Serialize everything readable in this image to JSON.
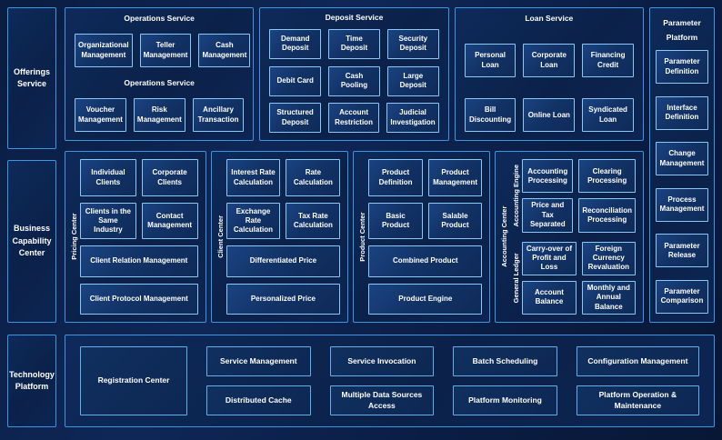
{
  "colors": {
    "background": "#0a1d42",
    "panel_fill": "#0c2451",
    "panel_border": "#3b97e2",
    "box_fill": "#123367",
    "box_border": "#8cc8f4",
    "text": "#ffffff"
  },
  "left_labels": {
    "offerings": "Offerings Service",
    "business": "Business Capability Center",
    "technology": "Technology Platform"
  },
  "top_row": {
    "operations": {
      "title": "Operations Service",
      "subtitle": "Operations Service",
      "row1": [
        "Organizational Management",
        "Teller Management",
        "Cash Management"
      ],
      "row2": [
        "Voucher Management",
        "Risk Management",
        "Ancillary Transaction"
      ]
    },
    "deposit": {
      "title": "Deposit Service",
      "rows": [
        [
          "Demand Deposit",
          "Time Deposit",
          "Security Deposit"
        ],
        [
          "Debit Card",
          "Cash Pooling",
          "Large Deposit"
        ],
        [
          "Structured Deposit",
          "Account Restriction",
          "Judicial Investigation"
        ]
      ]
    },
    "loan": {
      "title": "Loan Service",
      "rows": [
        [
          "Personal Loan",
          "Corporate Loan",
          "Financing Credit"
        ],
        [
          "Bill Discounting",
          "Online Loan",
          "Syndicated Loan"
        ]
      ]
    }
  },
  "parameter_platform": {
    "title": "Parameter Platform",
    "items": [
      "Parameter Definition",
      "Interface Definition",
      "Change Management",
      "Process Management",
      "Parameter Release",
      "Parameter Comparison"
    ]
  },
  "middle_row": {
    "pricing": {
      "label": "Pricing Center",
      "boxes": [
        "Individual Clients",
        "Corporate Clients",
        "Clients in the Same Industry",
        "Contact Management"
      ],
      "wide": [
        "Client Relation Management",
        "Client Protocol Management"
      ]
    },
    "client": {
      "label": "Client Center",
      "boxes": [
        "Interest Rate Calculation",
        "Rate Calculation",
        "Exchange Rate Calculation",
        "Tax Rate Calculation"
      ],
      "wide": [
        "Differentiated Price",
        "Personalized Price"
      ]
    },
    "product": {
      "label": "Product Center",
      "boxes": [
        "Product Definition",
        "Product Management",
        "Basic Product",
        "Salable Product"
      ],
      "wide": [
        "Combined Product",
        "Product Engine"
      ]
    },
    "accounting": {
      "label": "Accounting Center",
      "groups": [
        {
          "label": "Accounting Engine",
          "boxes": [
            "Accounting Processing",
            "Clearing Processing",
            "Price and Tax Separated",
            "Reconciliation Processing"
          ]
        },
        {
          "label": "General Ledger",
          "boxes": [
            "Carry-over of Profit and Loss",
            "Foreign Currency Revaluation",
            "Account Balance",
            "Monthly and Annual Balance"
          ]
        }
      ]
    }
  },
  "technology": {
    "registration": "Registration Center",
    "columns": [
      [
        "Service Management",
        "Distributed Cache"
      ],
      [
        "Service Invocation",
        "Multiple Data Sources Access"
      ],
      [
        "Batch Scheduling",
        "Platform Monitoring"
      ],
      [
        "Configuration Management",
        "Platform Operation & Maintenance"
      ]
    ]
  }
}
